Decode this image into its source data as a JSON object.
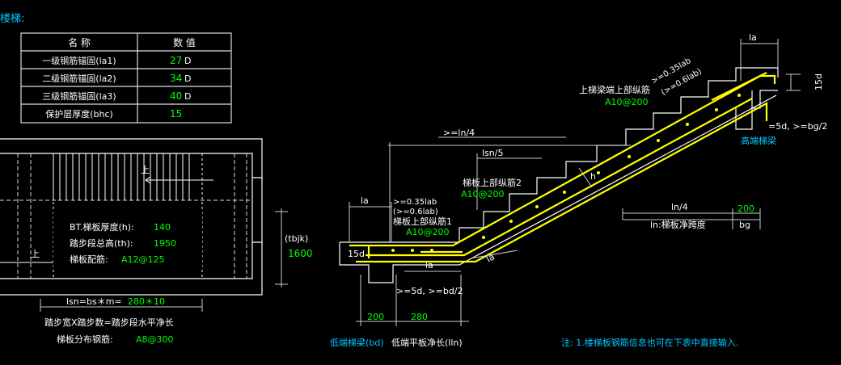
{
  "header": {
    "title": "楼梯:"
  },
  "param_table": {
    "col_name": "名  称",
    "col_value": "数  值",
    "rows": [
      {
        "name": "一级钢筋锚固(la1)",
        "value": "27",
        "unit": "D"
      },
      {
        "name": "二级钢筋锚固(la2)",
        "value": "34",
        "unit": "D"
      },
      {
        "name": "三级钢筋锚固(la3)",
        "value": "40",
        "unit": "D"
      },
      {
        "name": "保护层厚度(bhc)",
        "value": "15",
        "unit": ""
      }
    ]
  },
  "plan": {
    "up1": "上",
    "up2": "上",
    "thickness_label": "BT.梯板厚度(h):",
    "thickness_value": "140",
    "total_height_label": "踏步段总高(th):",
    "total_height_value": "1950",
    "rebar_label": "梯板配筋:",
    "rebar_value": "A12@125",
    "tbjk_label": "(tbjk)",
    "tbjk_value": "1600",
    "lsn_formula_a": "lsn=bs＊m=",
    "lsn_formula_b": "280＊10",
    "step_note": "踏步宽X踏步数=踏步段水平净长",
    "dist_label": "梯板分布钢筋:",
    "dist_value": "A8@300"
  },
  "section": {
    "la_top": "la",
    "anchor1": ">=0.35lab",
    "anchor2": "(>=0.6lab)",
    "top_rebar_label": "上梯梁端上部纵筋",
    "top_rebar_value": "A10@200",
    "d15_right": "15d",
    "five_d_right": "=5d, >=bg/2",
    "high_beam": "高端梯梁",
    "ln4_top": ">=ln/4",
    "lsn5": "lsn/5",
    "slab_top2_label": "梯板上部纵筋2",
    "slab_top2_value": "A10@200",
    "h_label": "h",
    "la_left": "la",
    "anchor3": ">=0.35lab",
    "anchor4": "(>=0.6lab)",
    "slab_top1_label": "梯板上部纵筋1",
    "slab_top1_value": "A10@200",
    "d15_left": "15d",
    "la_mid": "la",
    "la_bottom": "la",
    "five_d_left": ">=5d, >=bd/2",
    "ln4_right": "ln/4",
    "bg_value": "200",
    "ln_label": "ln:梯板净跨度",
    "bg_label": "bg",
    "bd_value": "200",
    "lln_value": "280",
    "low_beam": "低端梯梁(bd)",
    "low_flat": "低端平板净长(lln)",
    "note": "注: 1.楼梯板钢筋信息也可在下表中直接输入."
  },
  "colors": {
    "bg": "#000000",
    "line": "#ffffff",
    "value": "#00ff00",
    "rebar": "#ffff00",
    "accent": "#00c8ff",
    "dim": "#cccccc"
  }
}
